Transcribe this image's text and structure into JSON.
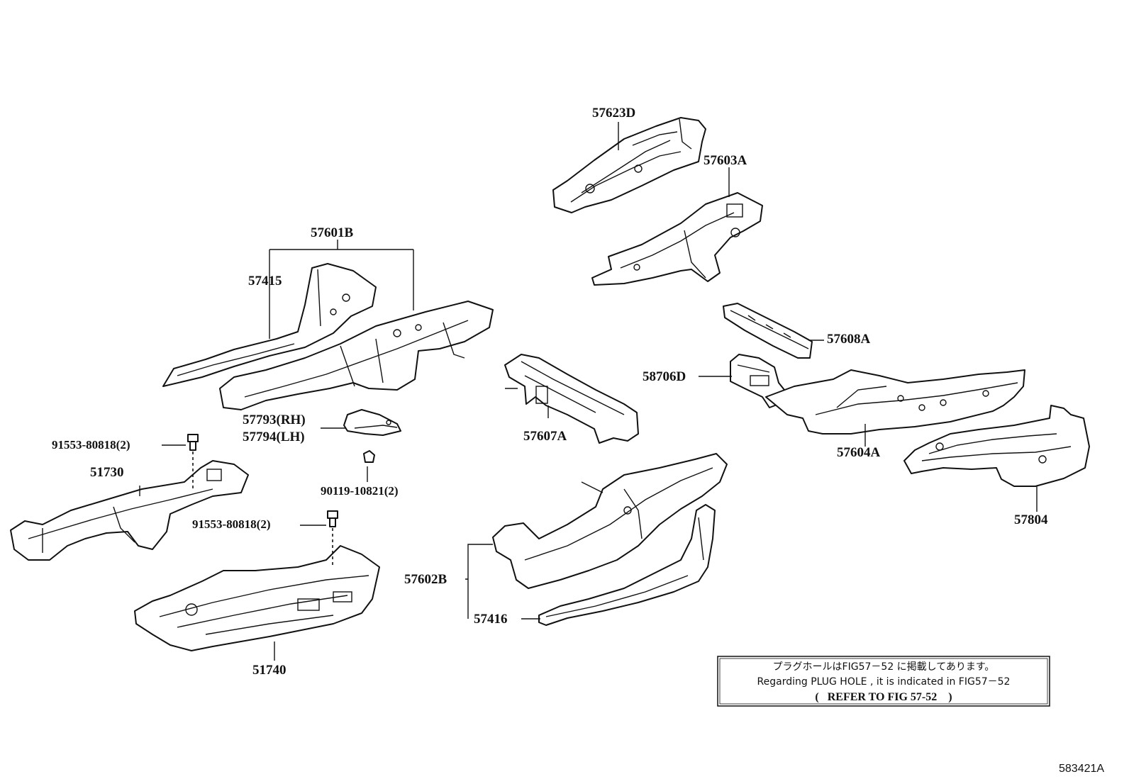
{
  "labels": {
    "p57623D": "57623D",
    "p57603A": "57603A",
    "p57601B": "57601B",
    "p57415": "57415",
    "p57608A": "57608A",
    "p58706D": "58706D",
    "p57793": "57793(RH)",
    "p57794": "57794(LH)",
    "p57607A": "57607A",
    "p57604A": "57604A",
    "p91553_top": "91553-80818(2)",
    "p51730": "51730",
    "p90119": "90119-10821(2)",
    "p57804": "57804",
    "p91553_bottom": "91553-80818(2)",
    "p57602B": "57602B",
    "p57416": "57416",
    "p51740": "51740"
  },
  "note": {
    "line_jp": "プラグホールはFIG57－52 に掲載してあります。",
    "line_en": "Regarding PLUG HOLE , it is indicated in FIG57－52",
    "line_ref": "(   REFER TO FIG 57-52    )"
  },
  "figure_number": "583421A"
}
